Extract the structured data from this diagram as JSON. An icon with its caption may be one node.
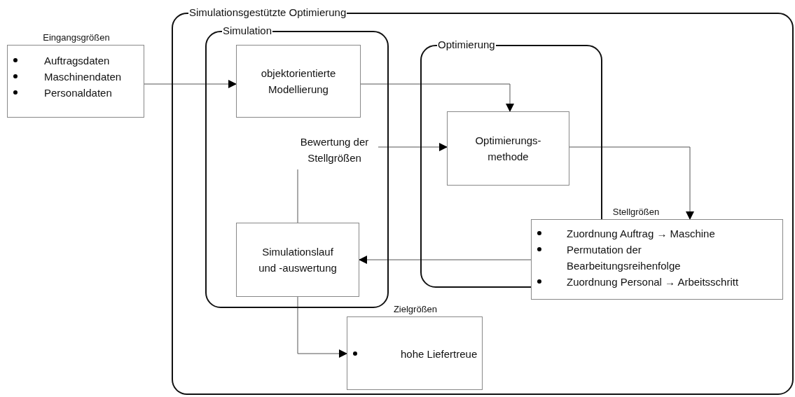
{
  "diagram": {
    "nodes": [
      {
        "text": [
          "Simulationsgestützte Optimierung"
        ]
      },
      {
        "text": [
          "Simulation"
        ],
        "in": 0
      },
      {
        "text": [
          "Optimierung"
        ],
        "in": 0
      },
      {
        "text": [
          "Eingangsgrößen",
          "Auftragsdaten",
          "Maschinendaten",
          "Personaldaten"
        ]
      },
      {
        "text": [
          "objektorientierte Modellierung"
        ],
        "in": 1
      },
      {
        "text": [
          "Bewertung der Stellgrößen"
        ],
        "in": 1
      },
      {
        "text": [
          "Simulationslauf und -auswertung"
        ],
        "in": 1
      },
      {
        "text": [
          "Optimierungs- methode"
        ],
        "in": 2
      },
      {
        "text": [
          "Stellgrößen",
          "Zuordnung Auftrag → Maschine",
          "Permutation der Bearbeitungsreihenfolge",
          "Zuordnung Personal → Arbeitsschritt"
        ],
        "in": 0
      },
      {
        "text": [
          "Zielgrößen",
          "hohe Liefertreue"
        ],
        "in": 0
      }
    ],
    "edges": [
      {
        "from": 3,
        "to": 4,
        "arrow": "to"
      },
      {
        "from": 4,
        "to": 7,
        "arrow": "to"
      },
      {
        "from": 5,
        "to": 7,
        "arrow": "to"
      },
      {
        "from": 7,
        "to": 8,
        "arrow": "to"
      },
      {
        "from": 8,
        "to": 6,
        "arrow": "to"
      },
      {
        "from": 6,
        "to": 5,
        "arrow": "none"
      },
      {
        "from": 6,
        "to": 9,
        "arrow": "to"
      }
    ]
  }
}
